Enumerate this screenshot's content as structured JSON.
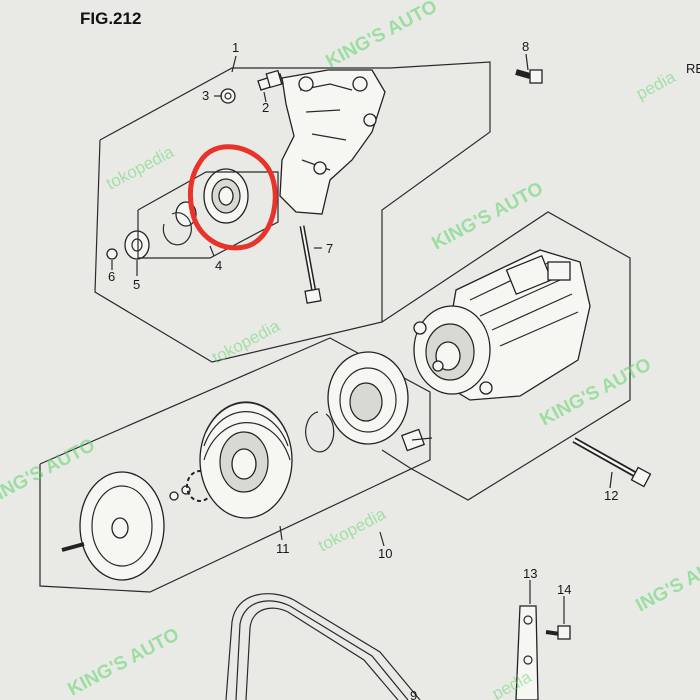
{
  "figure_title": "FIG.212",
  "edge_text": "RE",
  "callouts": [
    "1",
    "2",
    "3",
    "4",
    "5",
    "6",
    "7",
    "8",
    "10",
    "11",
    "12",
    "13",
    "14",
    "9"
  ],
  "watermarks": {
    "kings_auto": "KING'S AUTO",
    "kings_auto_partial": "ING'S AUTO",
    "tokopedia": "tokopedia",
    "tokopedia_partial": "pedia"
  },
  "colors": {
    "page": "#e9eae6",
    "ink": "#222222",
    "highlight": "#e8322a",
    "watermark": "#5fd36a"
  }
}
